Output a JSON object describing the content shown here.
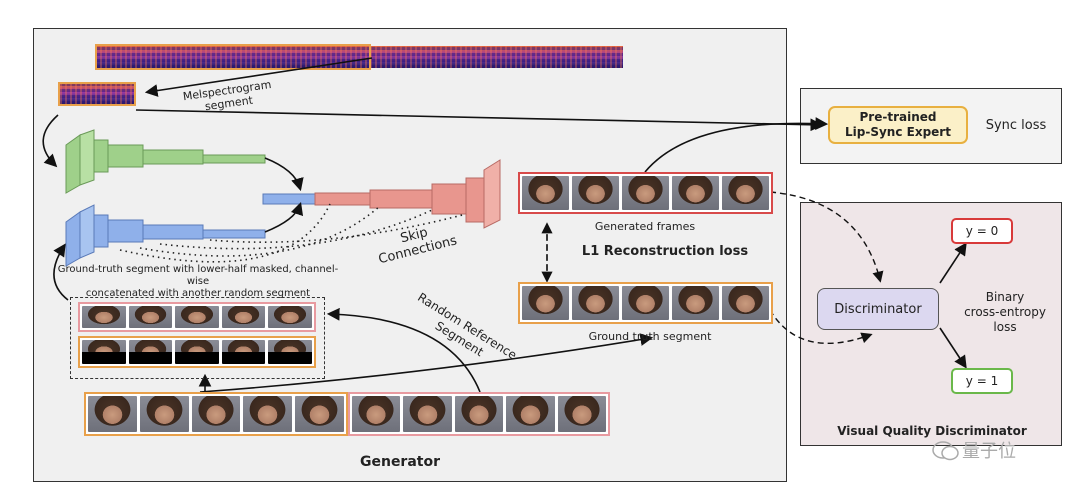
{
  "labels": {
    "mel_segment": "Melspectrogram\nsegment",
    "skip": "Skip\nConnections",
    "ground_truth_masked": "Ground-truth segment with lower-half masked, channel-wise\nconcatenated with another random segment",
    "random_ref": "Random Reference\nSegment",
    "generated_frames": "Generated frames",
    "l1_loss": "L1 Reconstruction loss",
    "ground_truth_segment": "Ground truth segment",
    "generator": "Generator",
    "pretrained_expert": "Pre-trained\nLip-Sync Expert",
    "sync_loss": "Sync loss",
    "discriminator": "Discriminator",
    "bce_loss": "Binary\ncross-entropy\nloss",
    "y0": "y = 0",
    "y1": "y = 1",
    "vq_discriminator": "Visual Quality Discriminator",
    "watermark": "量子位"
  },
  "colors": {
    "orange_border": "#e8a04a",
    "red_border": "#d84a4a",
    "pink_border": "#e89aa0",
    "green": "#9fd08a",
    "blue": "#8fb0ea",
    "salmon": "#e8968e",
    "expert_fill": "#fbf0c8",
    "expert_border": "#e8b040",
    "disc_fill": "#dcd8f0",
    "y0_border": "#d83a3a",
    "y1_border": "#6ab84a"
  }
}
